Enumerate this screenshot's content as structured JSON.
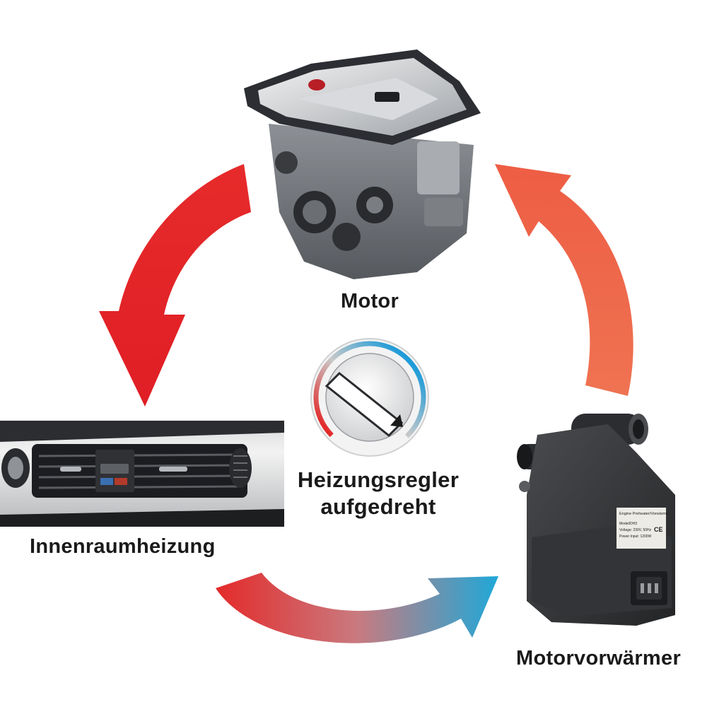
{
  "labels": {
    "motor": "Motor",
    "innenraum": "Innenraumheizung",
    "vorwaermer": "Motorvorwärmer",
    "regler_line1": "Heizungsregler",
    "regler_line2": "aufgedreht"
  },
  "device_label": {
    "title": "Engine Preheater/Vorwärmer",
    "line1": "Model/DH3",
    "line2": "Voltage: 230V, 50Hz",
    "line3": "Power Input: 1200W",
    "ce": "CE"
  },
  "colors": {
    "hot_red": "#e42a2a",
    "warm_orange": "#ec6e4e",
    "cool_blue": "#2aa8d6",
    "engine_dark": "#2c2e33",
    "device_dark": "#3a3b3e"
  },
  "icons": [
    "engine-image",
    "dashboard-vent-image",
    "heater-device-image",
    "temperature-dial-icon"
  ]
}
